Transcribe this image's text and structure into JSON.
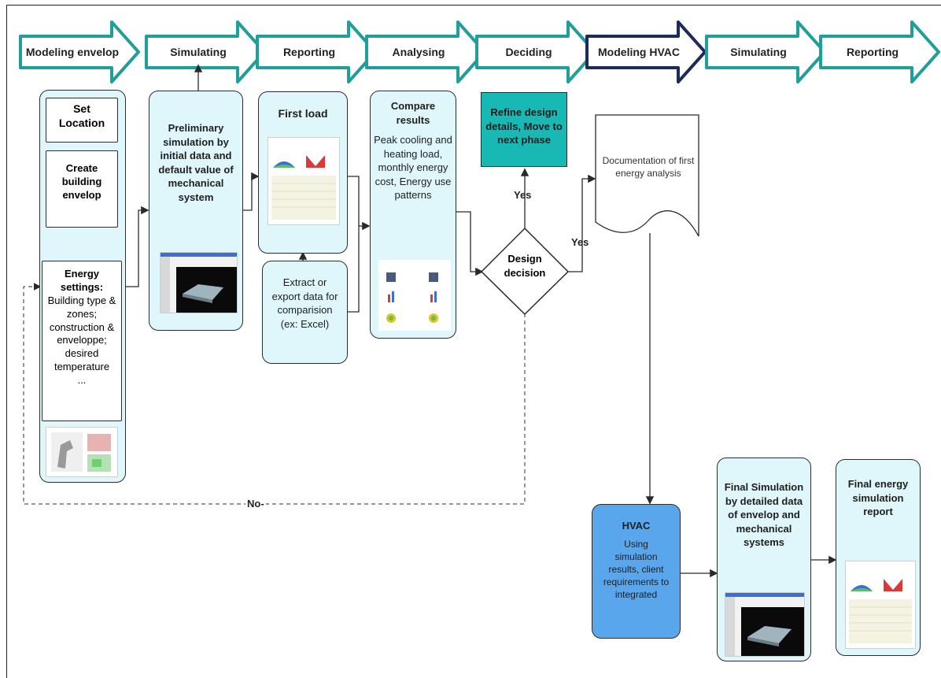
{
  "stages": [
    "Modeling envelop",
    "Simulating",
    "Reporting",
    "Analysing",
    "Deciding",
    "Modeling HVAC",
    "Simulating",
    "Reporting"
  ],
  "colors": {
    "stage_border": "#1f9e9a",
    "stage_border_active": "#1d2b5a",
    "box_fill": "#dff7fb",
    "refine_fill": "#18b8b4",
    "hvac_fill": "#5aa6ec"
  },
  "envelop": {
    "set_location": "Set Location",
    "create_envelop": "Create building envelop",
    "energy_title": "Energy settings:",
    "energy_body": "Building type & zones; construction & enveloppe; desired temperature",
    "energy_more": "..."
  },
  "prelim": {
    "text": "Preliminary simulation by initial data and default value of mechanical system"
  },
  "first_load": {
    "title": "First  load"
  },
  "extract": {
    "text": "Extract or export data for comparision (ex: Excel)"
  },
  "compare": {
    "title": "Compare results",
    "body": "Peak cooling and heating load, monthly energy cost, Energy use patterns"
  },
  "refine": {
    "text": "Refine design details, Move to next phase"
  },
  "decision": {
    "text": "Design decision",
    "yes_up": "Yes",
    "yes_right": "Yes",
    "no": "No-"
  },
  "documentation": {
    "text": "Documentation of first energy analysis"
  },
  "hvac": {
    "title": "HVAC",
    "body": "Using simulation results, client requirements to integrated"
  },
  "final_sim": {
    "text": "Final Simulation by detailed data of envelop and mechanical systems"
  },
  "final_report": {
    "text": "Final energy simulation report"
  }
}
